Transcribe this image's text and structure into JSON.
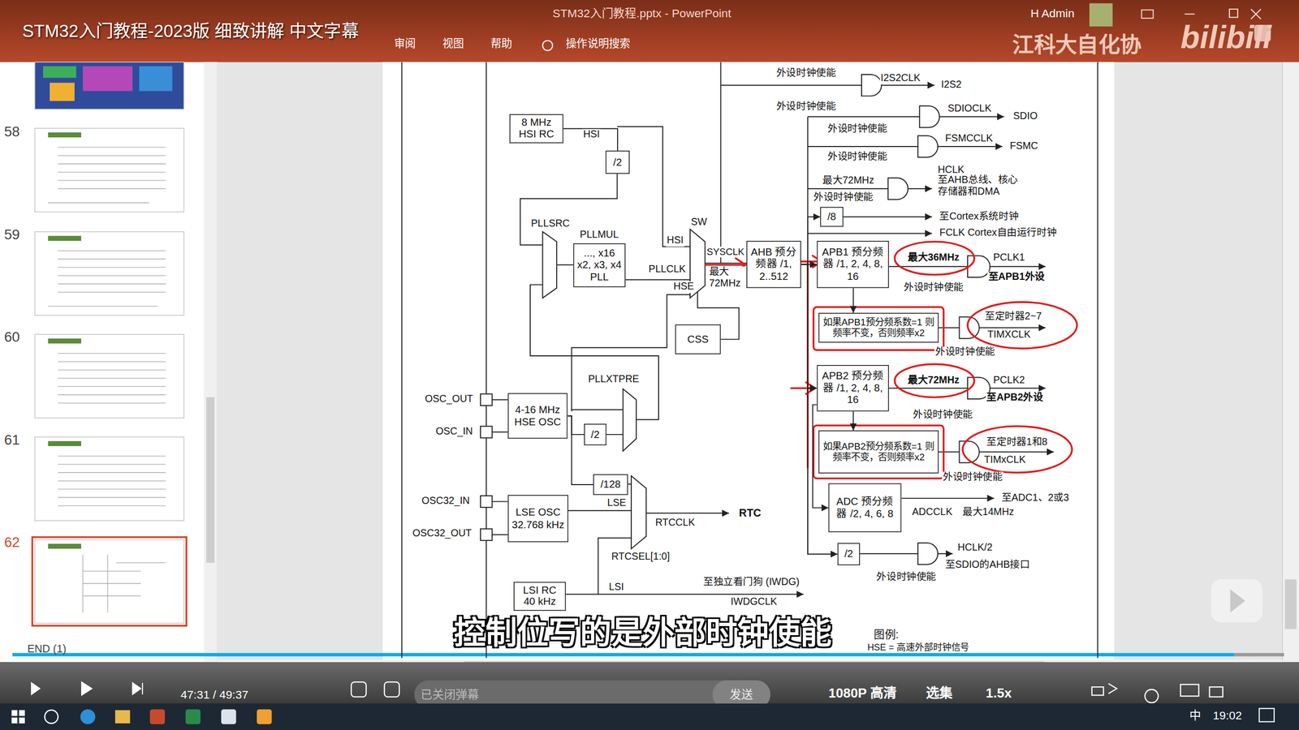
{
  "diagram": {
    "nodes": [
      {
        "text": [
          "8 MHz HSI RC"
        ]
      },
      {
        "text": [
          "/2"
        ]
      },
      {
        "text": [
          "..., x16 x2, x3, x4 PLL"
        ]
      },
      {
        "text": [
          "AHB 预分频器 /1, 2..512"
        ]
      },
      {
        "text": [
          "CSS"
        ]
      },
      {
        "text": [
          "4-16 MHz HSE OSC"
        ]
      },
      {
        "text": [
          "/2"
        ]
      },
      {
        "text": [
          "/128"
        ]
      },
      {
        "text": [
          "LSE OSC 32.768 kHz"
        ]
      },
      {
        "text": [
          "LSI RC 40 kHz"
        ]
      },
      {
        "text": [
          "APB1 预分频器 /1, 2, 4, 8, 16"
        ]
      },
      {
        "text": [
          "如果APB1预分频系数=1 则频率不变，否则频率x2"
        ]
      },
      {
        "text": [
          "APB2 预分频器 /1, 2, 4, 8, 16"
        ]
      },
      {
        "text": [
          "如果APB2预分频系数=1 则频率不变，否则频率x2"
        ]
      },
      {
        "text": [
          "ADC 预分频器 /2, 4, 6, 8"
        ]
      },
      {
        "text": [
          "/8"
        ]
      },
      {
        "text": [
          "/2"
        ]
      }
    ],
    "edges": [
      {
        "from": 0,
        "to": 1,
        "arrow": "none"
      },
      {
        "from": 5,
        "to": 6,
        "arrow": "none"
      },
      {
        "from": 5,
        "to": 7,
        "arrow": "none"
      },
      {
        "from": 3,
        "to": 10,
        "arrow": "to"
      },
      {
        "from": 3,
        "to": 12,
        "arrow": "to"
      },
      {
        "from": 3,
        "to": 15,
        "arrow": "to"
      },
      {
        "from": 3,
        "to": 16,
        "arrow": "to"
      },
      {
        "from": 10,
        "to": 11,
        "arrow": "to"
      },
      {
        "from": 12,
        "to": 13,
        "arrow": "to"
      },
      {
        "from": 12,
        "to": 14,
        "arrow": "to"
      }
    ],
    "labels": [
      "STM32入门教程-2023版 细致讲解 中文字幕",
      "STM32入门教程.pptx - PowerPoint",
      "H Admin",
      "审阅",
      "视图",
      "帮助",
      "操作说明搜索",
      "江科大自化协",
      "bilibili",
      "58",
      "59",
      "60",
      "61",
      "62",
      "END (1)",
      "47:31 / 49:37",
      "已关闭弹幕",
      "发送",
      "1080P 高清",
      "选集",
      "1.5x",
      "中",
      "19:02",
      "控制位写的是外部时钟使能",
      "图例:",
      "HSE = 高速外部时钟信号",
      "外设时钟使能",
      "外设时钟使能",
      "外设时钟使能",
      "外设时钟使能",
      "外设时钟使能",
      "外设时钟使能",
      "外设时钟使能",
      "外设时钟使能",
      "外设时钟使能",
      "外设时钟使能",
      "I2S2CLK",
      "I2S2",
      "SDIOCLK",
      "SDIO",
      "FSMCCLK",
      "FSMC",
      "最大72MHz",
      "HCLK",
      "至AHB总线、核心 存储器和DMA",
      "至Cortex系统时钟",
      "FCLK Cortex自由运行时钟",
      "最大36MHz",
      "PCLK1",
      "至APB1外设",
      "至定时器2~7",
      "TIMXCLK",
      "最大72MHz",
      "PCLK2",
      "至APB2外设",
      "至定时器1和8",
      "TIMxCLK",
      "至ADC1、2或3",
      "ADCCLK",
      "最大14MHz",
      "HCLK/2",
      "至SDIO的AHB接口",
      "HSI",
      "PLLSRC",
      "PLLMUL",
      "SW",
      "HSI",
      "PLLCLK",
      "HSE",
      "SYSCLK",
      "最大 72MHz",
      "PLLXTPRE",
      "OSC_OUT",
      "OSC_IN",
      "OSC32_IN",
      "OSC32_OUT",
      "LSE",
      "RTCCLK",
      "RTC",
      "RTCSEL[1:0]",
      "LSI",
      "至独立看门狗 (IWDG)",
      "IWDGCLK"
    ]
  }
}
